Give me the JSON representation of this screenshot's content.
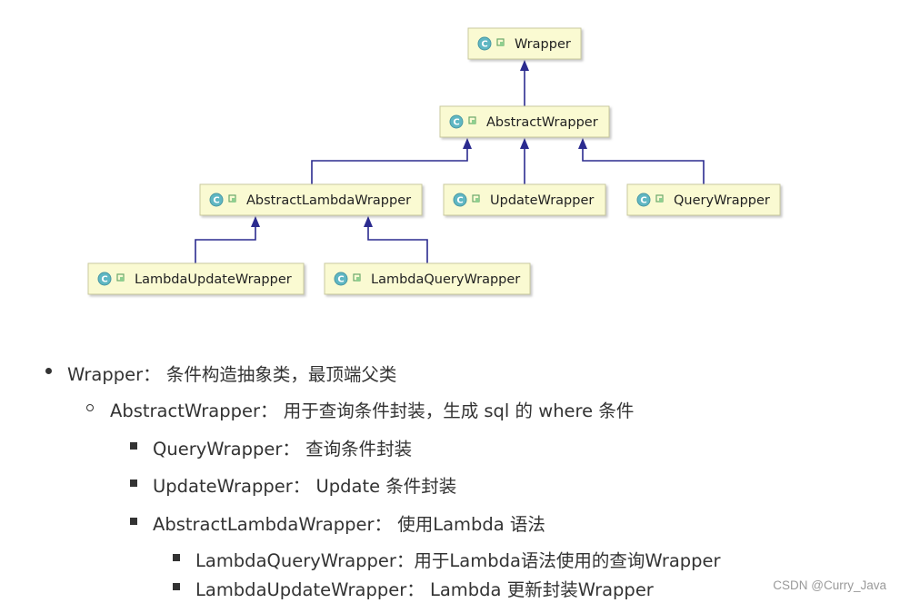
{
  "diagram": {
    "nodes": {
      "wrapper": "Wrapper",
      "abstract_wrapper": "AbstractWrapper",
      "abstract_lambda_wrapper": "AbstractLambdaWrapper",
      "update_wrapper": "UpdateWrapper",
      "query_wrapper": "QueryWrapper",
      "lambda_update_wrapper": "LambdaUpdateWrapper",
      "lambda_query_wrapper": "LambdaQueryWrapper"
    },
    "class_icon_letter": "C",
    "class_icon_name": "class-icon",
    "access_icon_name": "public-access-icon",
    "colors": {
      "node_fill": "#fafad2",
      "node_border": "#c9c99e",
      "edge": "#2b2b8f",
      "icon_fill": "#5fb7c3"
    }
  },
  "list": {
    "wrapper": "Wrapper：  条件构造抽象类，最顶端父类",
    "abstract_wrapper": "AbstractWrapper：  用于查询条件封装，生成 sql 的 where 条件",
    "query_wrapper": "QueryWrapper：  查询条件封装",
    "update_wrapper": "UpdateWrapper：  Update 条件封装",
    "abstract_lambda_wrapper": "AbstractLambdaWrapper：  使用Lambda 语法",
    "lambda_query_wrapper": "LambdaQueryWrapper：用于Lambda语法使用的查询Wrapper",
    "lambda_update_wrapper": "LambdaUpdateWrapper：  Lambda 更新封装Wrapper"
  },
  "watermark": "CSDN @Curry_Java"
}
